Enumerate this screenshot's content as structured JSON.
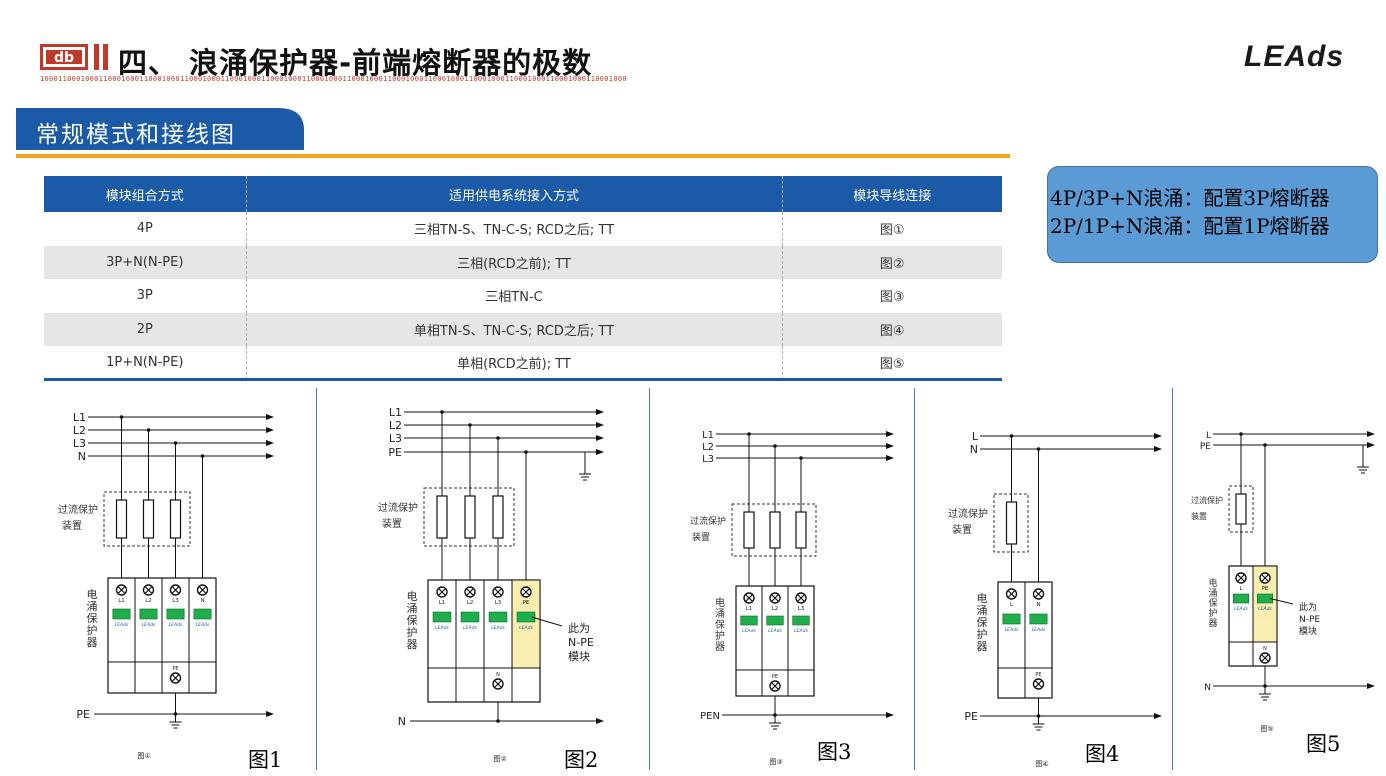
{
  "header": {
    "logo_text": "db",
    "title": "四、 浪涌保护器-前端熔断器的极数",
    "binary_strip": "1000110001000110001000110001000110001000110001000110001000110001000110001000110001000110001000110001000110001000110001000110001000",
    "brand": "LEAds"
  },
  "section": {
    "label": "常规模式和接线图"
  },
  "table": {
    "headers": [
      "模块组合方式",
      "适用供电系统接入方式",
      "模块导线连接"
    ],
    "rows": [
      [
        "4P",
        "三相TN-S、TN-C-S; RCD之后; TT",
        "图①"
      ],
      [
        "3P+N(N-PE)",
        "三相(RCD之前); TT",
        "图②"
      ],
      [
        "3P",
        "三相TN-C",
        "图③"
      ],
      [
        "2P",
        "单相TN-S、TN-C-S; RCD之后; TT",
        "图④"
      ],
      [
        "1P+N(N-PE)",
        "单相(RCD之前); TT",
        "图⑤"
      ]
    ]
  },
  "callout": {
    "line1": "4P/3P+N浪涌：配置3P熔断器",
    "line2": "2P/1P+N浪涌：配置1P熔断器"
  },
  "diagrams": {
    "overcurrent_label_1": "过流保护",
    "overcurrent_label_2": "装置",
    "spd_label": "电涌保护器",
    "npe_note_1": "此为",
    "npe_note_2": "N-PE",
    "npe_note_3": "模块",
    "fig1": {
      "lines": [
        "L1",
        "L2",
        "L3",
        "N"
      ],
      "poles": [
        "L1",
        "L2",
        "L3",
        "N"
      ],
      "bottom_pole": "PE",
      "ground_line": "PE",
      "caption": "图①",
      "label": "图1"
    },
    "fig2": {
      "lines": [
        "L1",
        "L2",
        "L3",
        "PE"
      ],
      "poles": [
        "L1",
        "L2",
        "L3",
        "PE"
      ],
      "bottom_pole": "N",
      "ground_line": "N",
      "caption": "图②",
      "label": "图2"
    },
    "fig3": {
      "lines": [
        "L1",
        "L2",
        "L3"
      ],
      "poles": [
        "L1",
        "L2",
        "L3"
      ],
      "bottom_pole": "PE",
      "ground_line": "PEN",
      "caption": "图③",
      "label": "图3"
    },
    "fig4": {
      "lines": [
        "L",
        "N"
      ],
      "poles": [
        "L",
        "N"
      ],
      "bottom_pole": "PE",
      "ground_line": "PE",
      "caption": "图④",
      "label": "图4"
    },
    "fig5": {
      "lines": [
        "L",
        "PE"
      ],
      "poles": [
        "L",
        "PE"
      ],
      "bottom_pole": "N",
      "ground_line": "N",
      "caption": "图⑤",
      "label": "图5"
    }
  },
  "colors": {
    "table_header": "#1a5aa6",
    "accent_orange": "#f4a31c",
    "callout_fill": "#5b9bd5",
    "module_green": "#1fae4b",
    "npe_highlight": "#f7eeb0"
  }
}
